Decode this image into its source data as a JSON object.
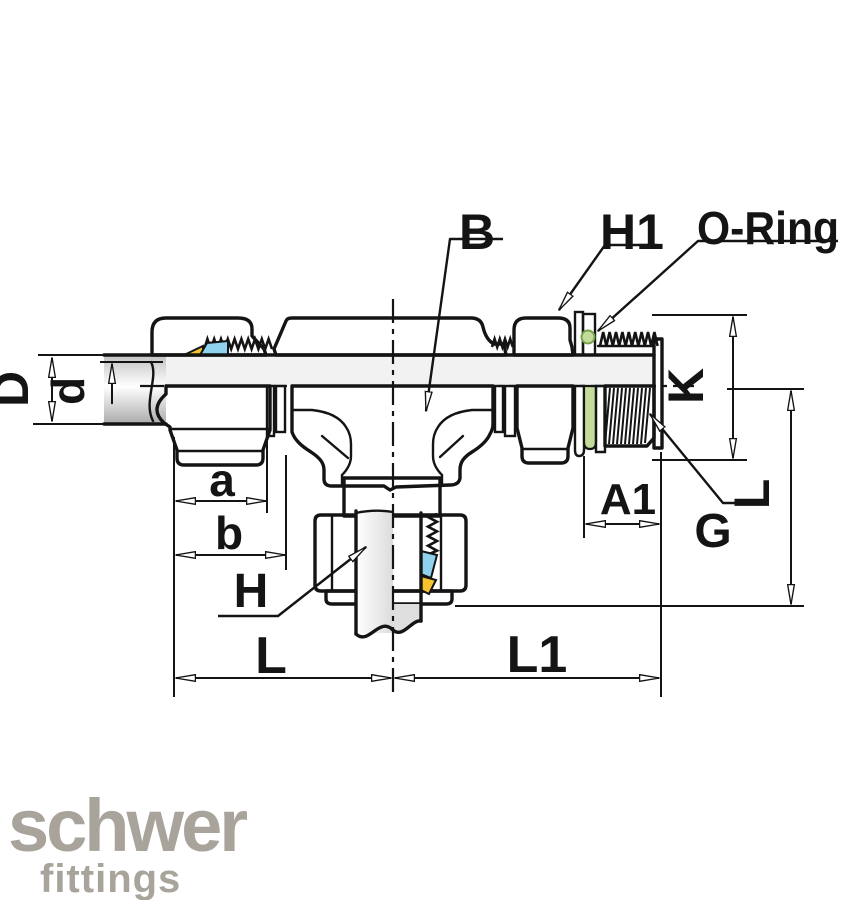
{
  "drawing": {
    "callouts": {
      "B": "B",
      "H1": "H1",
      "o_ring": "O-Ring",
      "G": "G",
      "H": "H"
    },
    "dimensions": {
      "D": "D",
      "d": "d",
      "K": "K",
      "L_side": "L",
      "a": "a",
      "b": "b",
      "A1": "A1",
      "L": "L",
      "L1": "L1"
    }
  },
  "logo": {
    "brand": "schwer",
    "sub": "fittings"
  },
  "colors": {
    "line": "#141414",
    "o_ring_green": "#c3dc9b",
    "o_ring_green_edge": "#76a24c",
    "ferrule_yellow": "#f4c32f",
    "ferrule_blue": "#8ed2ee",
    "logo_gray": "#a8a39b"
  }
}
